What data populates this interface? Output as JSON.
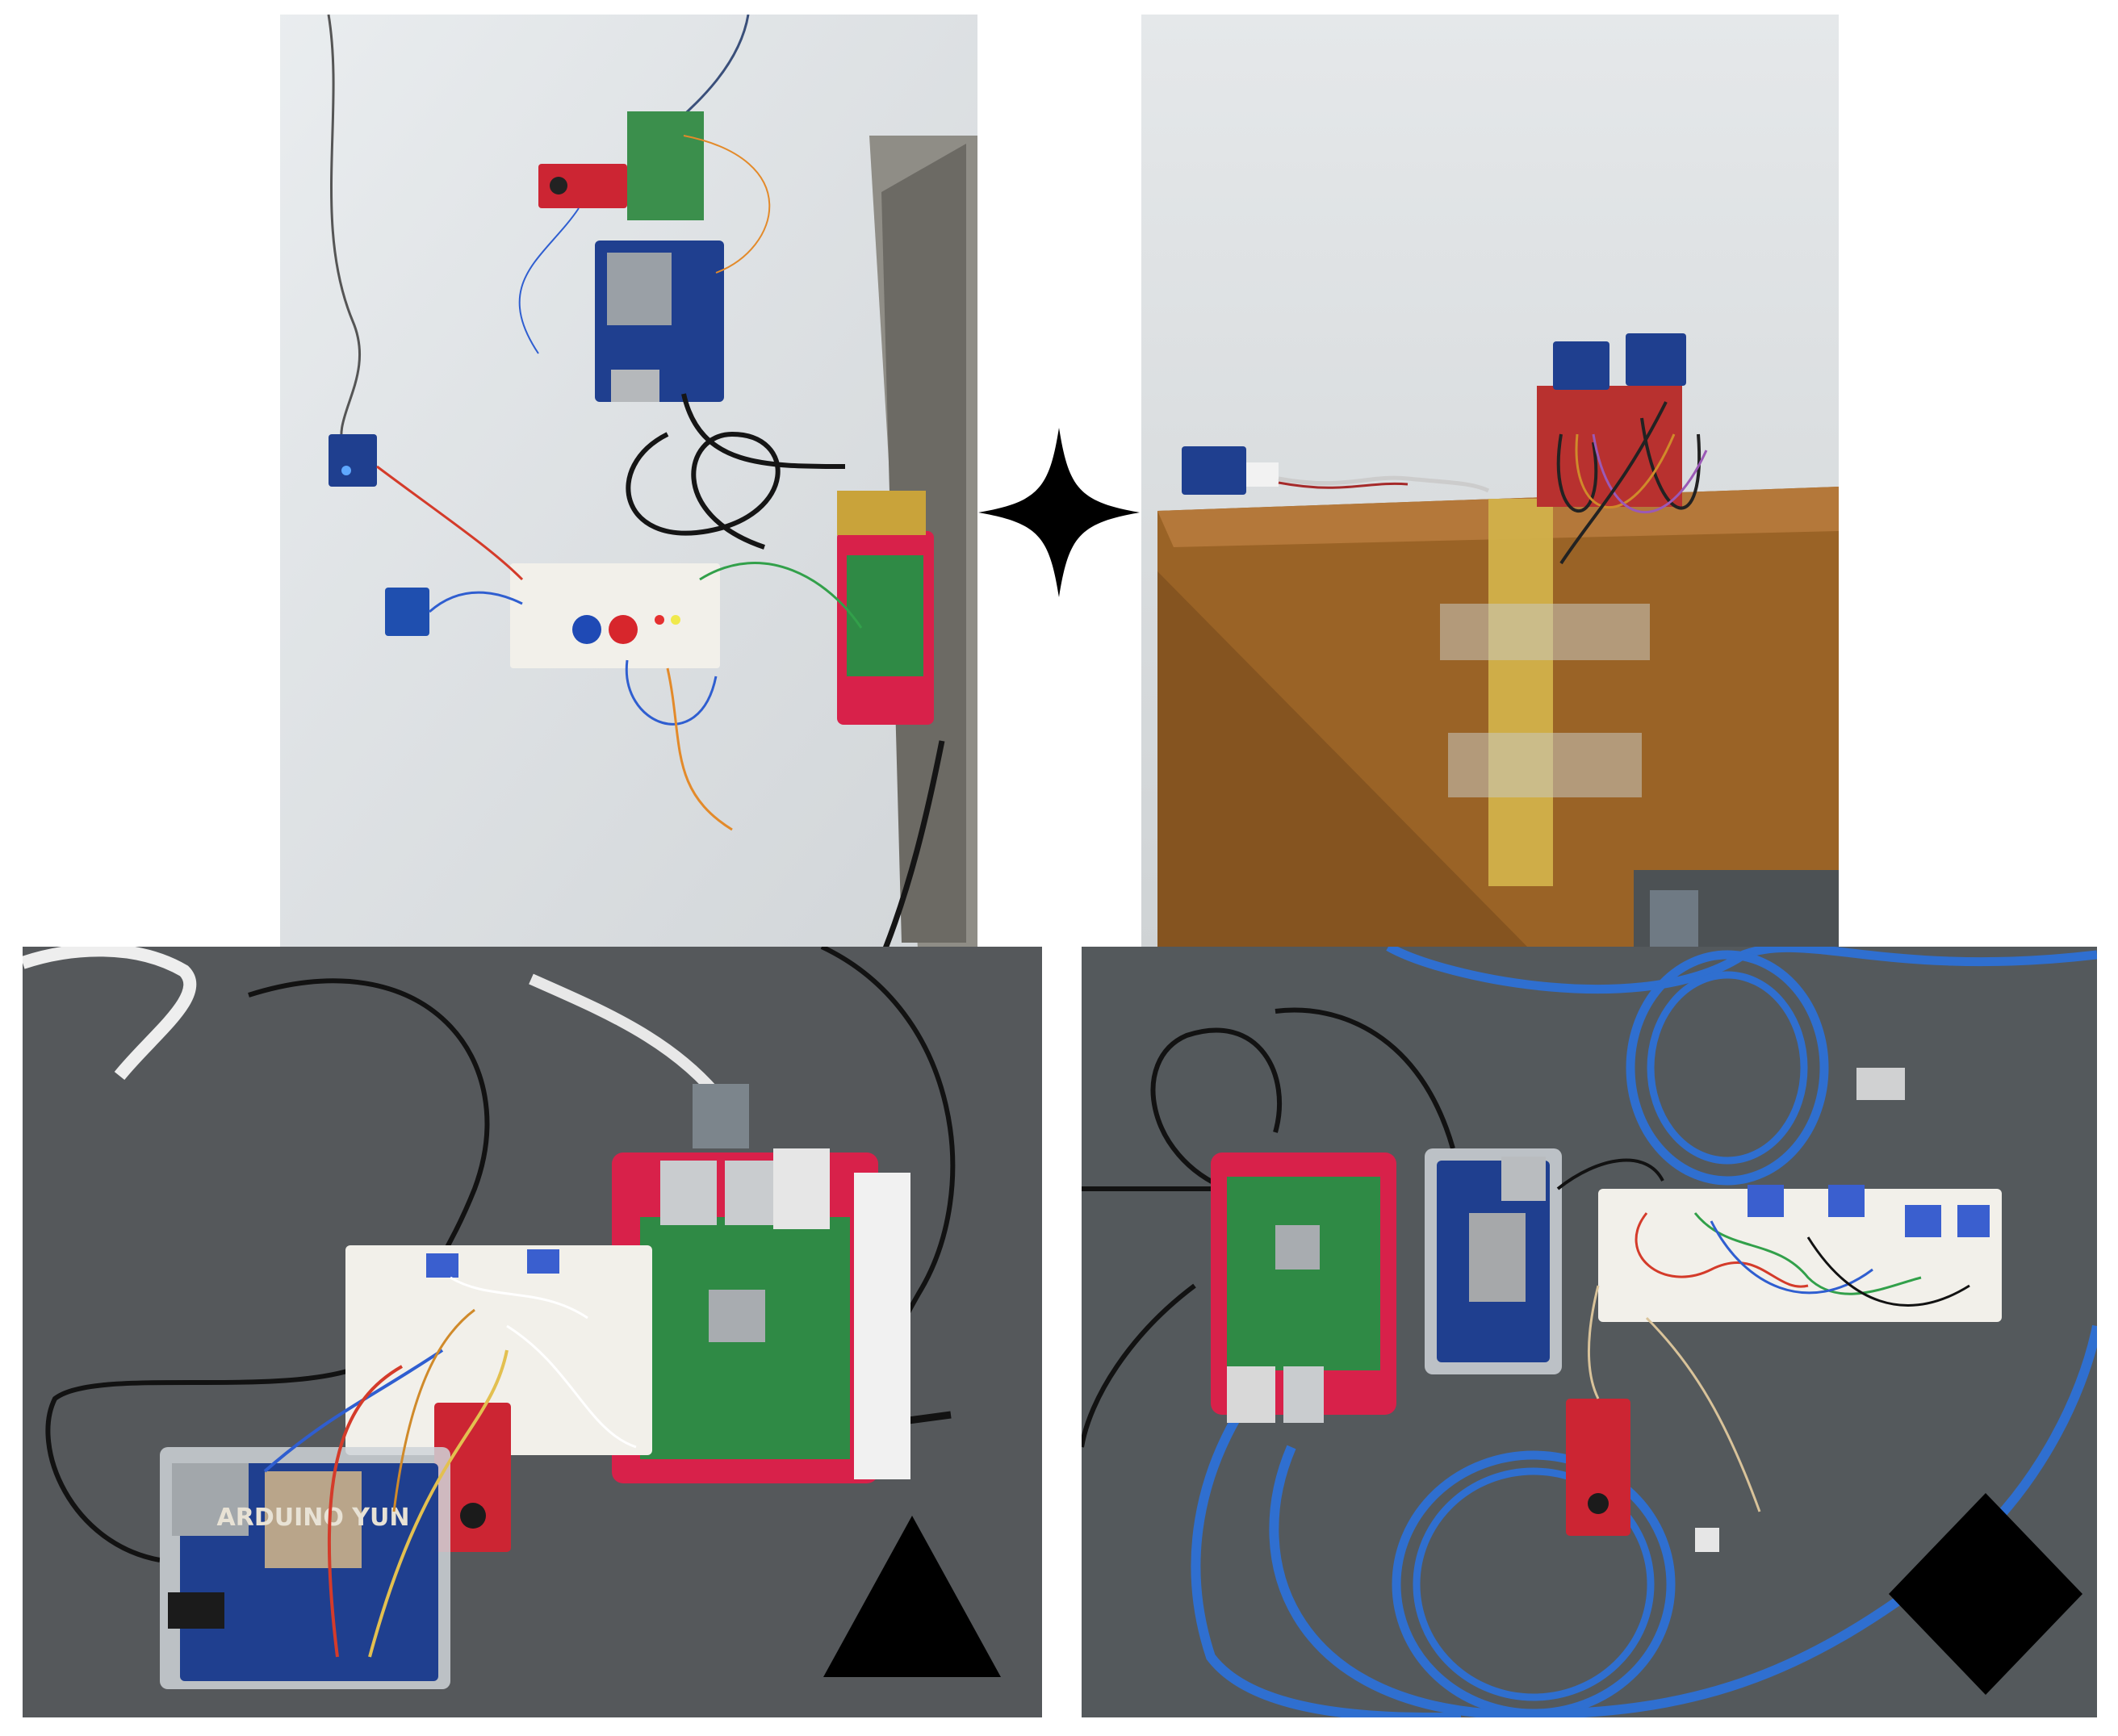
{
  "figure": {
    "panels": [
      {
        "id": "top-left",
        "marker": "none",
        "scene": "wall-mounted-sensor-setup"
      },
      {
        "id": "top-right",
        "marker": "star",
        "scene": "door-frame-sensors"
      },
      {
        "id": "bottom-left",
        "marker": "triangle",
        "scene": "desk-setup-breadboard"
      },
      {
        "id": "bottom-right",
        "marker": "diamond",
        "scene": "desk-setup-blue-cable"
      }
    ],
    "board_labels": {
      "arduino_yun": "ARDUINO YUN"
    },
    "colors": {
      "marker": "#000000",
      "wall": "#dfe3e6",
      "desk": "#5b5f62",
      "pi_case_red": "#d8214a",
      "pi_board_green": "#2f8a45",
      "arduino_blue": "#1f3f8f",
      "sparkfun_red": "#cc2533",
      "ethernet_blue": "#2f6fd0",
      "door_wood": "#9a6326"
    }
  }
}
